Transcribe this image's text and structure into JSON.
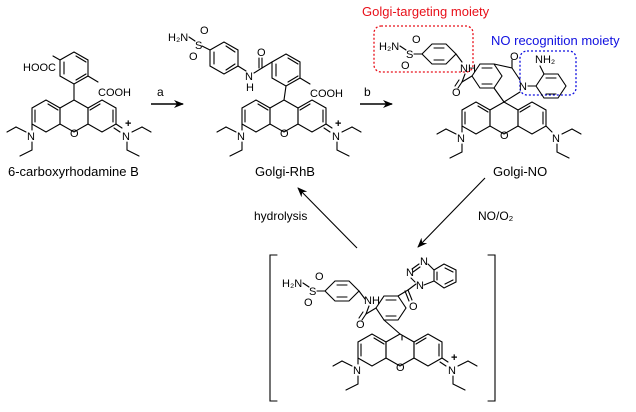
{
  "compounds": [
    {
      "id": "cpd1",
      "name": "6-carboxyrhodamine B"
    },
    {
      "id": "cpd2",
      "name": "Golgi-RhB"
    },
    {
      "id": "cpd3",
      "name": "Golgi-NO"
    },
    {
      "id": "cpd4",
      "name": ""
    }
  ],
  "reactions": {
    "step_a": "a",
    "step_b": "b",
    "no_reaction": "NO/O₂",
    "hydrolysis": "hydrolysis"
  },
  "annotations": {
    "golgi_targeting": {
      "label": "Golgi-targeting moiety",
      "color": "#e8101a"
    },
    "no_recognition": {
      "label": "NO recognition moiety",
      "color": "#1010e0"
    }
  },
  "atoms": {
    "hooc": "HOOC",
    "cooh": "COOH",
    "o": "O",
    "n": "N",
    "nh": "NH",
    "h": "H",
    "s": "S",
    "h2n": "H₂N",
    "nh2": "NH₂",
    "plus": "+"
  }
}
